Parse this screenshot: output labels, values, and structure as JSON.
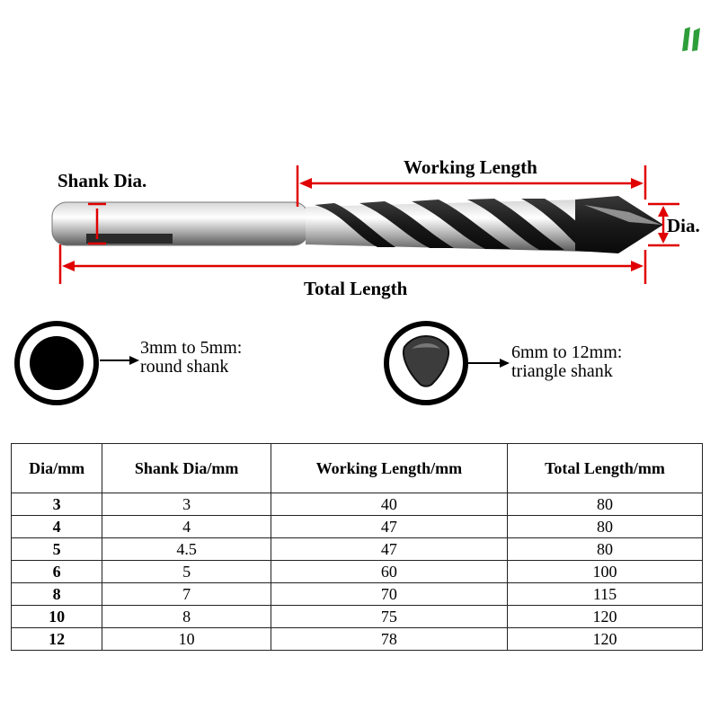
{
  "labels": {
    "shank_dia": "Shank Dia.",
    "working_length": "Working Length",
    "dia": "Dia.",
    "total_length": "Total Length"
  },
  "shank_types": [
    {
      "line1": "3mm to 5mm:",
      "line2": "round shank"
    },
    {
      "line1": "6mm to 12mm:",
      "line2": "triangle shank"
    }
  ],
  "table": {
    "headers": [
      "Dia/mm",
      "Shank Dia/mm",
      "Working Length/mm",
      "Total Length/mm"
    ],
    "rows": [
      [
        "3",
        "3",
        "40",
        "80"
      ],
      [
        "4",
        "4",
        "47",
        "80"
      ],
      [
        "5",
        "4.5",
        "47",
        "80"
      ],
      [
        "6",
        "5",
        "60",
        "100"
      ],
      [
        "8",
        "7",
        "70",
        "115"
      ],
      [
        "10",
        "8",
        "75",
        "120"
      ],
      [
        "12",
        "10",
        "78",
        "120"
      ]
    ]
  },
  "colors": {
    "dimension_lines": "#e00000",
    "logo_green": "#2e9e3a"
  }
}
